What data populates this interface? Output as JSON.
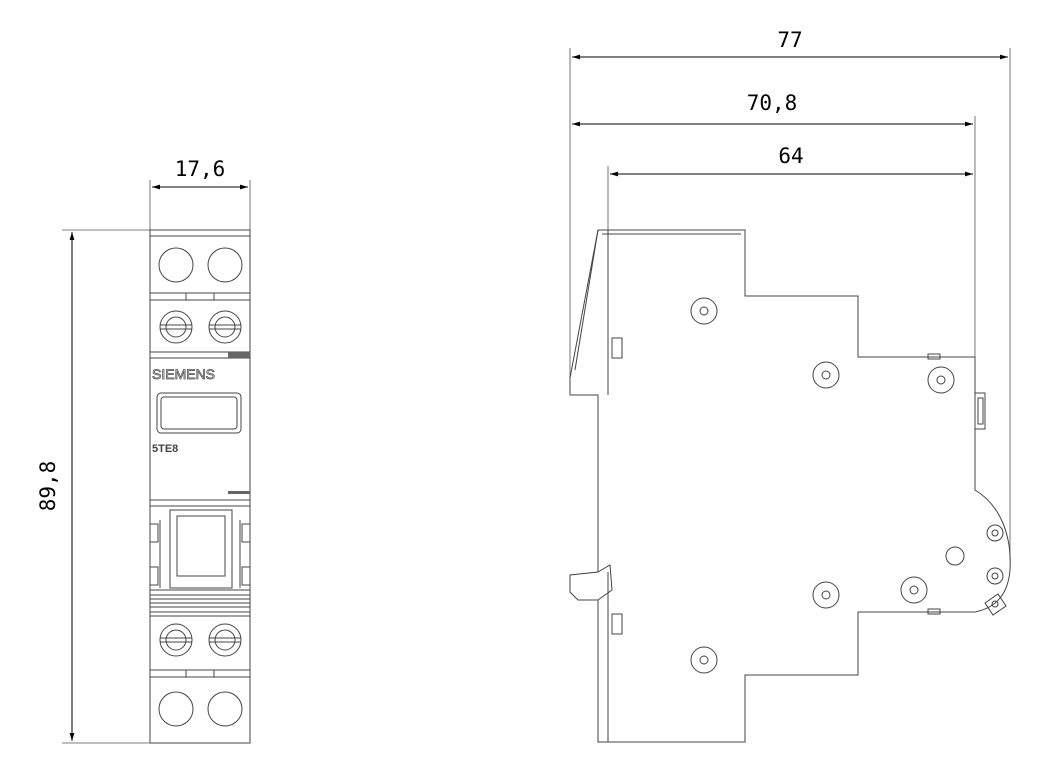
{
  "dimensions": {
    "front_width": "17,6",
    "front_height": "89,8",
    "side_total_depth": "77",
    "side_depth_mid": "70,8",
    "side_depth_base": "64"
  },
  "front_view": {
    "brand": "SIEMENS",
    "model": "5TE8"
  },
  "colors": {
    "line": "#000000",
    "part": "#444444"
  }
}
